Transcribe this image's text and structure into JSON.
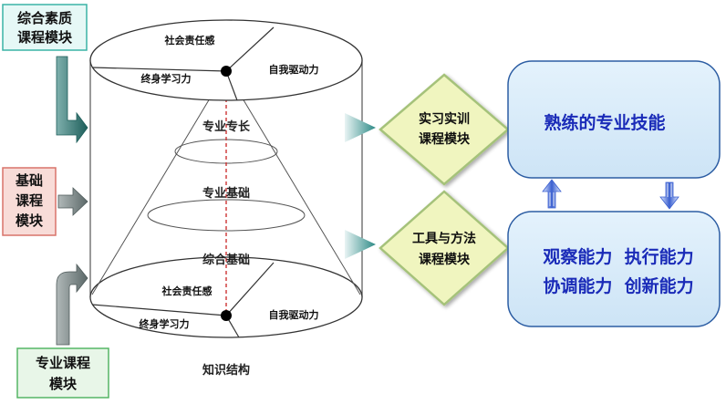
{
  "modules": {
    "comprehensive": {
      "line1": "综合素质",
      "line2": "课程模块"
    },
    "basic": {
      "line1": "基础",
      "line2": "课程",
      "line3": "模块"
    },
    "professional": {
      "line1": "专业课程",
      "line2": "模块"
    }
  },
  "cylinder": {
    "top_social": "社会责任感",
    "top_lifelong": "终身学习力",
    "top_self": "自我驱动力",
    "cone_specialty": "专业专长",
    "cone_foundation": "专业基础",
    "cone_general": "综合基础",
    "bottom_social": "社会责任感",
    "bottom_lifelong": "终身学习力",
    "bottom_self": "自我驱动力",
    "caption": "知识结构"
  },
  "diamonds": {
    "practice": {
      "line1": "实习实训",
      "line2": "课程模块"
    },
    "tools": {
      "line1": "工具与方法",
      "line2": "课程模块"
    }
  },
  "outcomes": {
    "skills": "熟练的专业技能",
    "abilities_row1": "观察能力  执行能力",
    "abilities_row2": "协调能力  创新能力"
  },
  "colors": {
    "comprehensive_fill": "#e6f8f6",
    "comprehensive_border": "#3ab3a6",
    "basic_fill": "#f8dcd8",
    "basic_border": "#d9736a",
    "professional_fill": "#e8f6e8",
    "professional_border": "#55b565",
    "diamond_fill": "#f0f5bf",
    "diamond_border": "#a5c27a",
    "outcome_fill": "#d9ecf9",
    "outcome_border": "#2c5da3",
    "outcome_text": "#1a2bb8",
    "arrow_teal": "#1d6f6a",
    "arrow_gray": "#6b7b7b",
    "red_axis": "#cc3333"
  }
}
